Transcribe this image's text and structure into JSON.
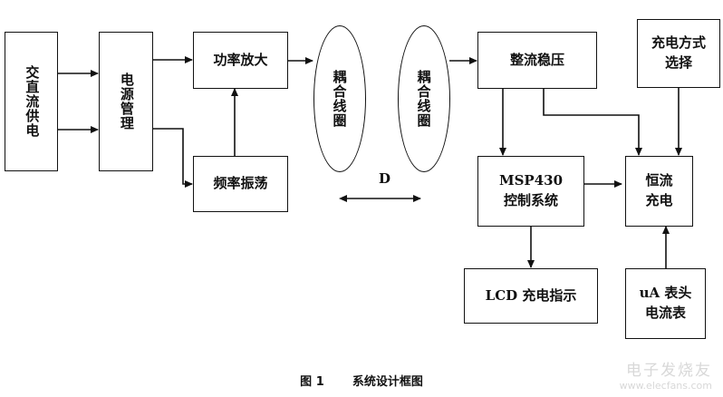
{
  "diagram": {
    "nodes": {
      "ac_dc_supply": "交直流供电",
      "power_management": "电源管理",
      "power_amplifier": "功率放大",
      "frequency_oscillation": "频率振荡",
      "coupling_coil_tx": "耦合线圈",
      "coupling_coil_rx": "耦合线圈",
      "rectifier_regulator": "整流稳压",
      "charge_mode_select_line1": "充电方式",
      "charge_mode_select_line2": "选择",
      "msp430_line1": "MSP430",
      "msp430_line2": "控制系统",
      "constant_current_line1": "恒流",
      "constant_current_line2": "充电",
      "lcd_indicator": "LCD 充电指示",
      "ammeter_line1": "uA 表头",
      "ammeter_line2": "电流表"
    },
    "distance_label": "D",
    "edges": [
      {
        "from": "交直流供电",
        "to": "电源管理"
      },
      {
        "from": "交直流供电",
        "to": "电源管理"
      },
      {
        "from": "电源管理",
        "to": "功率放大"
      },
      {
        "from": "电源管理",
        "to": "频率振荡"
      },
      {
        "from": "频率振荡",
        "to": "功率放大"
      },
      {
        "from": "功率放大",
        "to": "耦合线圈"
      },
      {
        "from": "耦合线圈",
        "to": "整流稳压"
      },
      {
        "from": "整流稳压",
        "to": "MSP430 控制系统"
      },
      {
        "from": "整流稳压",
        "to": "恒流充电"
      },
      {
        "from": "充电方式选择",
        "to": "恒流充电"
      },
      {
        "from": "MSP430 控制系统",
        "to": "恒流充电"
      },
      {
        "from": "MSP430 控制系统",
        "to": "LCD 充电指示"
      },
      {
        "from": "uA 表头电流表",
        "to": "恒流充电"
      }
    ]
  },
  "caption": {
    "figure_no": "图 1",
    "title": "系统设计框图"
  },
  "watermark": {
    "line1": "电子发烧友",
    "line2": "www.elecfans.com"
  }
}
